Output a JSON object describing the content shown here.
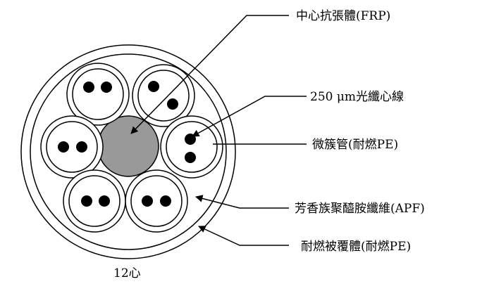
{
  "labels": {
    "frp": "中心抗張體(FRP)",
    "fiber": "250 μm光纖心線",
    "microtube": "微簇管(耐燃PE)",
    "apf": "芳香族聚醯胺纖維(APF)",
    "jacket": "耐燃被覆體(耐燃PE)"
  },
  "caption": "12心",
  "colors": {
    "line": "#000000",
    "frp_fill": "#999999",
    "background": "#ffffff"
  }
}
